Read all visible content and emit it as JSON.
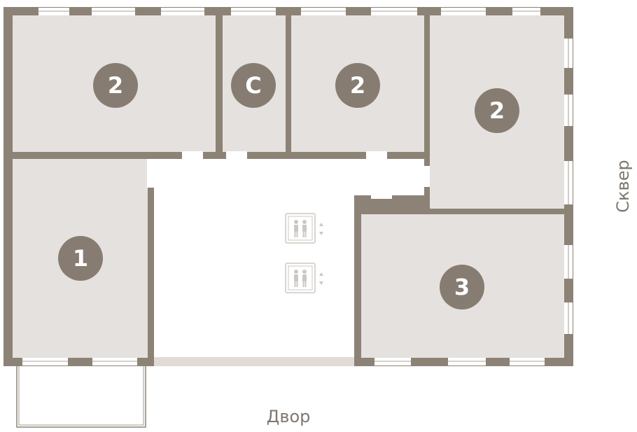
{
  "plan": {
    "units": [
      {
        "id": "unit-1",
        "label": "2"
      },
      {
        "id": "unit-2",
        "label": "C"
      },
      {
        "id": "unit-3",
        "label": "2"
      },
      {
        "id": "unit-4",
        "label": "2"
      },
      {
        "id": "unit-5",
        "label": "1"
      },
      {
        "id": "unit-6",
        "label": "3"
      }
    ],
    "labels": {
      "side": "Сквер",
      "bottom": "Двор"
    },
    "icons": [
      "elevator-icon",
      "elevator-icon"
    ],
    "colors": {
      "wall": "#8c8276",
      "room_fill": "#e5e1de",
      "badge": "#867c72",
      "hall": "#ffffff",
      "label_text": "#7e7870"
    }
  }
}
